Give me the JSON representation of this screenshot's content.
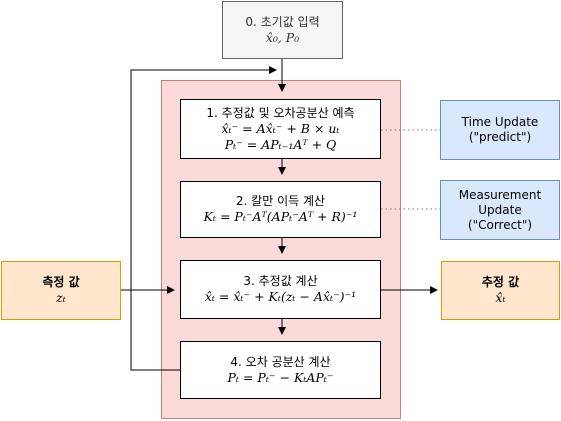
{
  "init": {
    "title": "0. 초기값 입력",
    "formula": "x̂₀, P₀"
  },
  "steps": [
    {
      "title": "1. 추정값 및 오차공분산 예측",
      "formula1": "x̂ₜ⁻ = Ax̂ₜ⁻ + B × uₜ",
      "formula2": "Pₜ⁻ = APₜ₋₁Aᵀ + Q"
    },
    {
      "title": "2. 칼만 이득 계산",
      "formula1": "Kₜ = Pₜ⁻Aᵀ(APₜ⁻Aᵀ + R)⁻¹"
    },
    {
      "title": "3. 추정값 계산",
      "formula1": "x̂ₜ = x̂ₜ⁻ + Kₜ(zₜ − Ax̂ₜ⁻)⁻¹"
    },
    {
      "title": "4. 오차 공분산 계산",
      "formula1": "Pₜ = Pₜ⁻ − KₜAPₜ⁻"
    }
  ],
  "input": {
    "title": "측정 값",
    "symbol": "zₜ"
  },
  "output": {
    "title": "추정 값",
    "symbol": "x̂ₜ"
  },
  "notes": [
    {
      "line1": "Time Update",
      "line2": "(\"predict\")"
    },
    {
      "line1": "Measurement",
      "line2": "Update",
      "line3": "(\"Correct\")"
    }
  ],
  "colors": {
    "region_fill": "#f8cecc",
    "region_border": "#b85450",
    "io_fill": "#ffe6cc",
    "io_border": "#d79b00",
    "note_fill": "#dae8fc",
    "note_border": "#6c8ebf",
    "init_fill": "#f5f5f5"
  }
}
